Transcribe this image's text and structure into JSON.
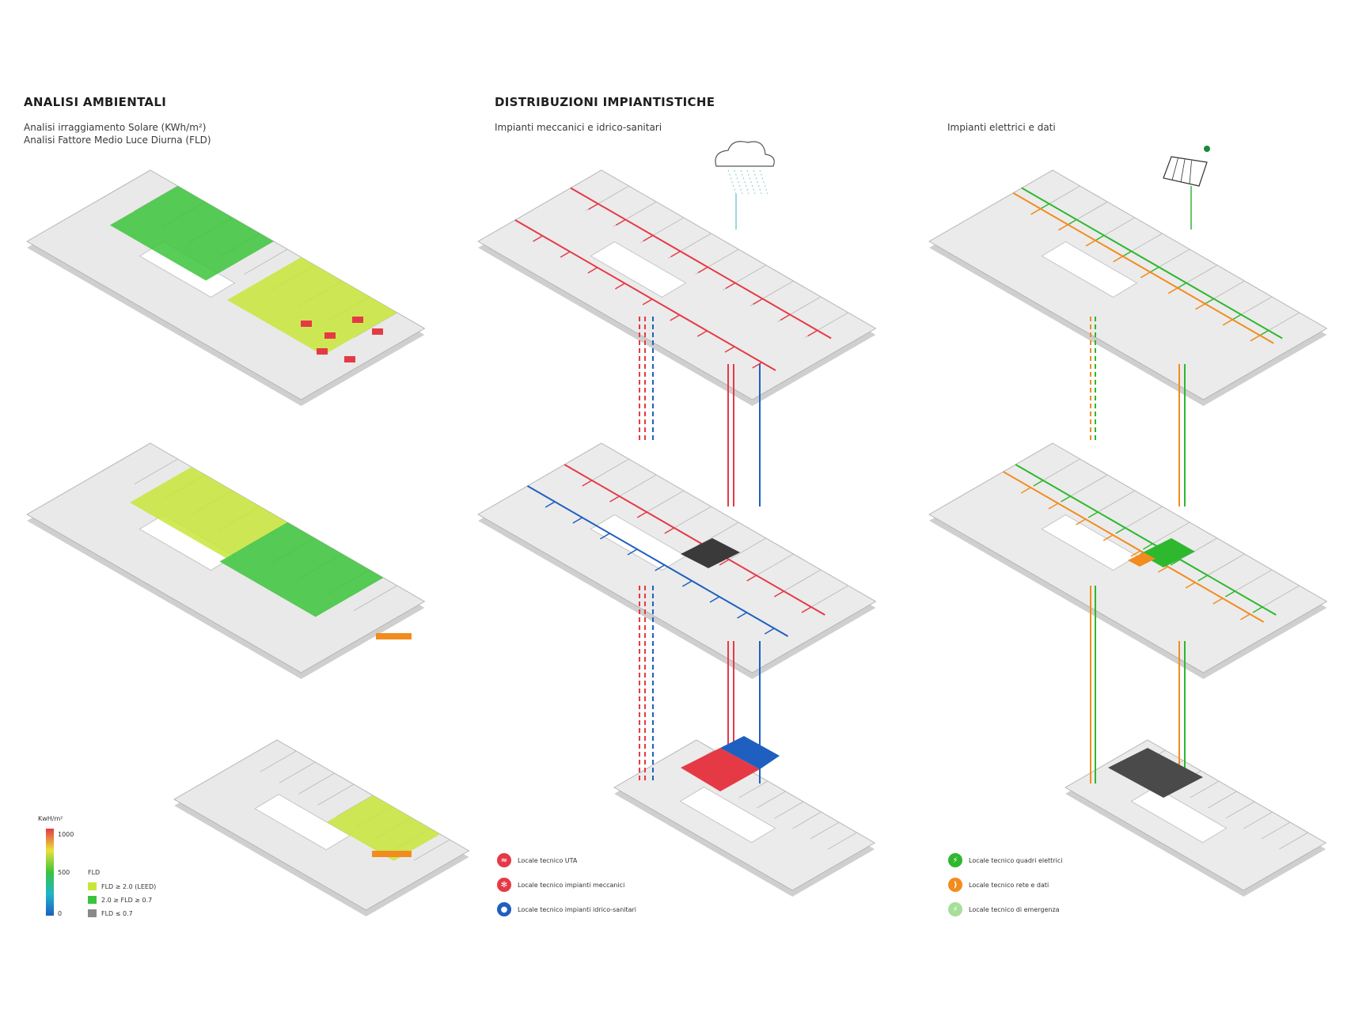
{
  "left": {
    "title": "ANALISI AMBIENTALI",
    "sub1": "Analisi irraggiamento Solare (KWh/m²)",
    "sub2": "Analisi Fattore Medio Luce Diurna (FLD)"
  },
  "center": {
    "title": "DISTRIBUZIONI IMPIANTISTICHE",
    "subtitle": "Impianti meccanici e idrico-sanitari"
  },
  "right": {
    "subtitle": "Impianti elettrici e dati"
  },
  "scale": {
    "unit": "KwH/m²",
    "ticks": [
      "1000",
      "500",
      "0"
    ],
    "fld_label": "FLD",
    "fld_items": [
      "FLD ≥ 2.0 (LEED)",
      "2.0 ≥ FLD ≥ 0.7",
      "FLD ≤ 0.7"
    ]
  },
  "legend_mech": [
    {
      "label": "Locale tecnico UTA",
      "icon": "wave-icon",
      "color": "#e63946"
    },
    {
      "label": "Locale tecnico impianti meccanici",
      "icon": "snowflake-icon",
      "color": "#e63946"
    },
    {
      "label": "Locale tecnico impianti idrico-sanitari",
      "icon": "drop-icon",
      "color": "#1f5fbf"
    }
  ],
  "legend_elec": [
    {
      "label": "Locale tecnico quadri elettrici",
      "icon": "bolt-icon",
      "color": "#2eb82e"
    },
    {
      "label": "Locale tecnico rete e dati",
      "icon": "signal-icon",
      "color": "#f28c1e"
    },
    {
      "label": "Locale tecnico di emergenza",
      "icon": "bolt-icon",
      "color": "#a7df9a"
    }
  ],
  "colors": {
    "red": "#e63946",
    "blue": "#1f5fbf",
    "green": "#2eb82e",
    "orange": "#f28c1e",
    "lime": "#c8e63a",
    "grey": "#8a8a8a"
  }
}
